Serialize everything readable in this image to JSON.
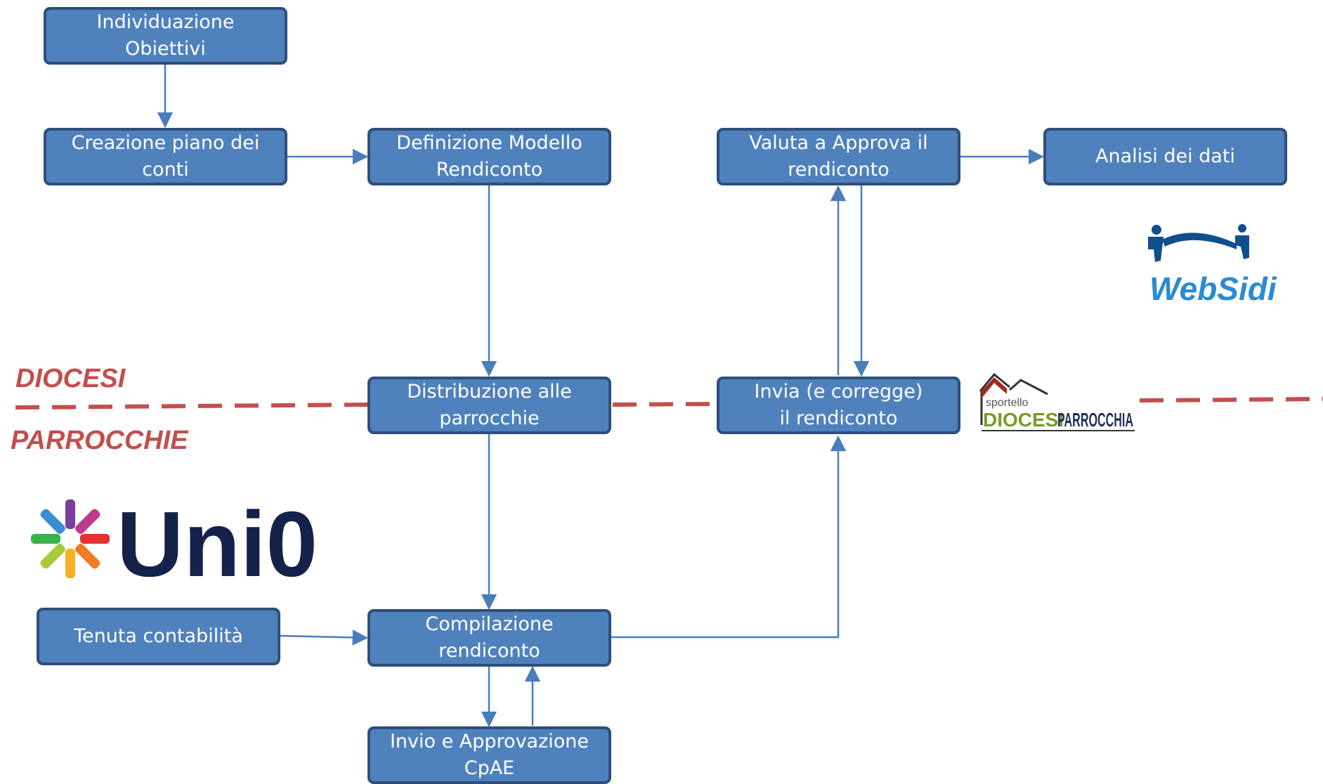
{
  "zones": {
    "upper_label": "DIOCESI",
    "lower_label": "PARROCCHIE",
    "label_color": "#c0504d",
    "divider_color": "#c0504d"
  },
  "nodes": {
    "individuazione": [
      "Individuazione",
      "Obiettivi"
    ],
    "creazione": [
      "Creazione piano dei",
      "conti"
    ],
    "definizione": [
      "Definizione Modello",
      "Rendiconto"
    ],
    "valuta": [
      "Valuta a Approva il",
      "rendiconto"
    ],
    "analisi": [
      "Analisi dei dati"
    ],
    "distribuzione": [
      "Distribuzione alle",
      "parrocchie"
    ],
    "invia": [
      "Invia (e corregge)",
      "il rendiconto"
    ],
    "tenuta": [
      "Tenuta contabilità"
    ],
    "compilazione": [
      "Compilazione",
      "rendiconto"
    ],
    "invio_cpae": [
      "Invio e Approvazione",
      "CpAE"
    ]
  },
  "logos": {
    "unio": "Uni0",
    "websidi": "WebSidi",
    "sportello_small": "sportello",
    "sportello_main_1": "DIOCESI",
    "sportello_main_2": "PARROCCHIA"
  },
  "colors": {
    "node_fill": "#4f81bd",
    "node_border": "#2f4f7a",
    "arrow": "#4a7ebb",
    "unio_text": "#14224a",
    "websidi": "#2a8ad3"
  }
}
